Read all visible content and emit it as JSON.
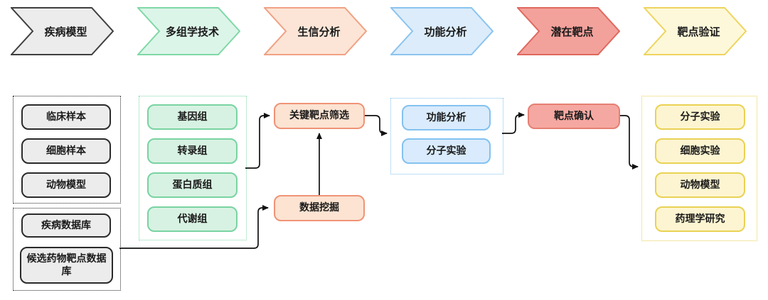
{
  "diagram": {
    "steps": [
      {
        "label": "疾病模型"
      },
      {
        "label": "多组学技术"
      },
      {
        "label": "生信分析"
      },
      {
        "label": "功能分析"
      },
      {
        "label": "潜在靶点"
      },
      {
        "label": "靶点验证"
      }
    ],
    "groups": {
      "samples": {
        "items": [
          "临床样本",
          "细胞样本",
          "动物模型"
        ]
      },
      "databases": {
        "items": [
          "疾病数据库",
          "候选药物靶点数据库"
        ]
      },
      "omics": {
        "items": [
          "基因组",
          "转录组",
          "蛋白质组",
          "代谢组"
        ]
      },
      "functional": {
        "items": [
          "功能分析",
          "分子实验"
        ]
      },
      "validation": {
        "items": [
          "分子实验",
          "细胞实验",
          "动物模型",
          "药理学研究"
        ]
      }
    },
    "nodes": {
      "screening": "关键靶点筛选",
      "mining": "数据挖掘",
      "confirmation": "靶点确认"
    },
    "colors": {
      "step_gray_fill": "#ececec",
      "step_gray_border": "#3f3f3f",
      "step_green_fill": "#dcf5e9",
      "step_green_border": "#7fd8a6",
      "step_peach_fill": "#fce5d6",
      "step_peach_border": "#f1a184",
      "step_blue_fill": "#dcecfb",
      "step_blue_border": "#8bc4ef",
      "step_red_fill": "#f3a19b",
      "step_red_border": "#df685e",
      "step_yellow_fill": "#fdf8d9",
      "step_yellow_border": "#eed45e",
      "node_peach_fill": "#fce3d2",
      "node_peach_border": "#f09376",
      "node_red_fill": "#f5a8a1",
      "node_red_border": "#e57f74",
      "line": "#111111"
    }
  }
}
